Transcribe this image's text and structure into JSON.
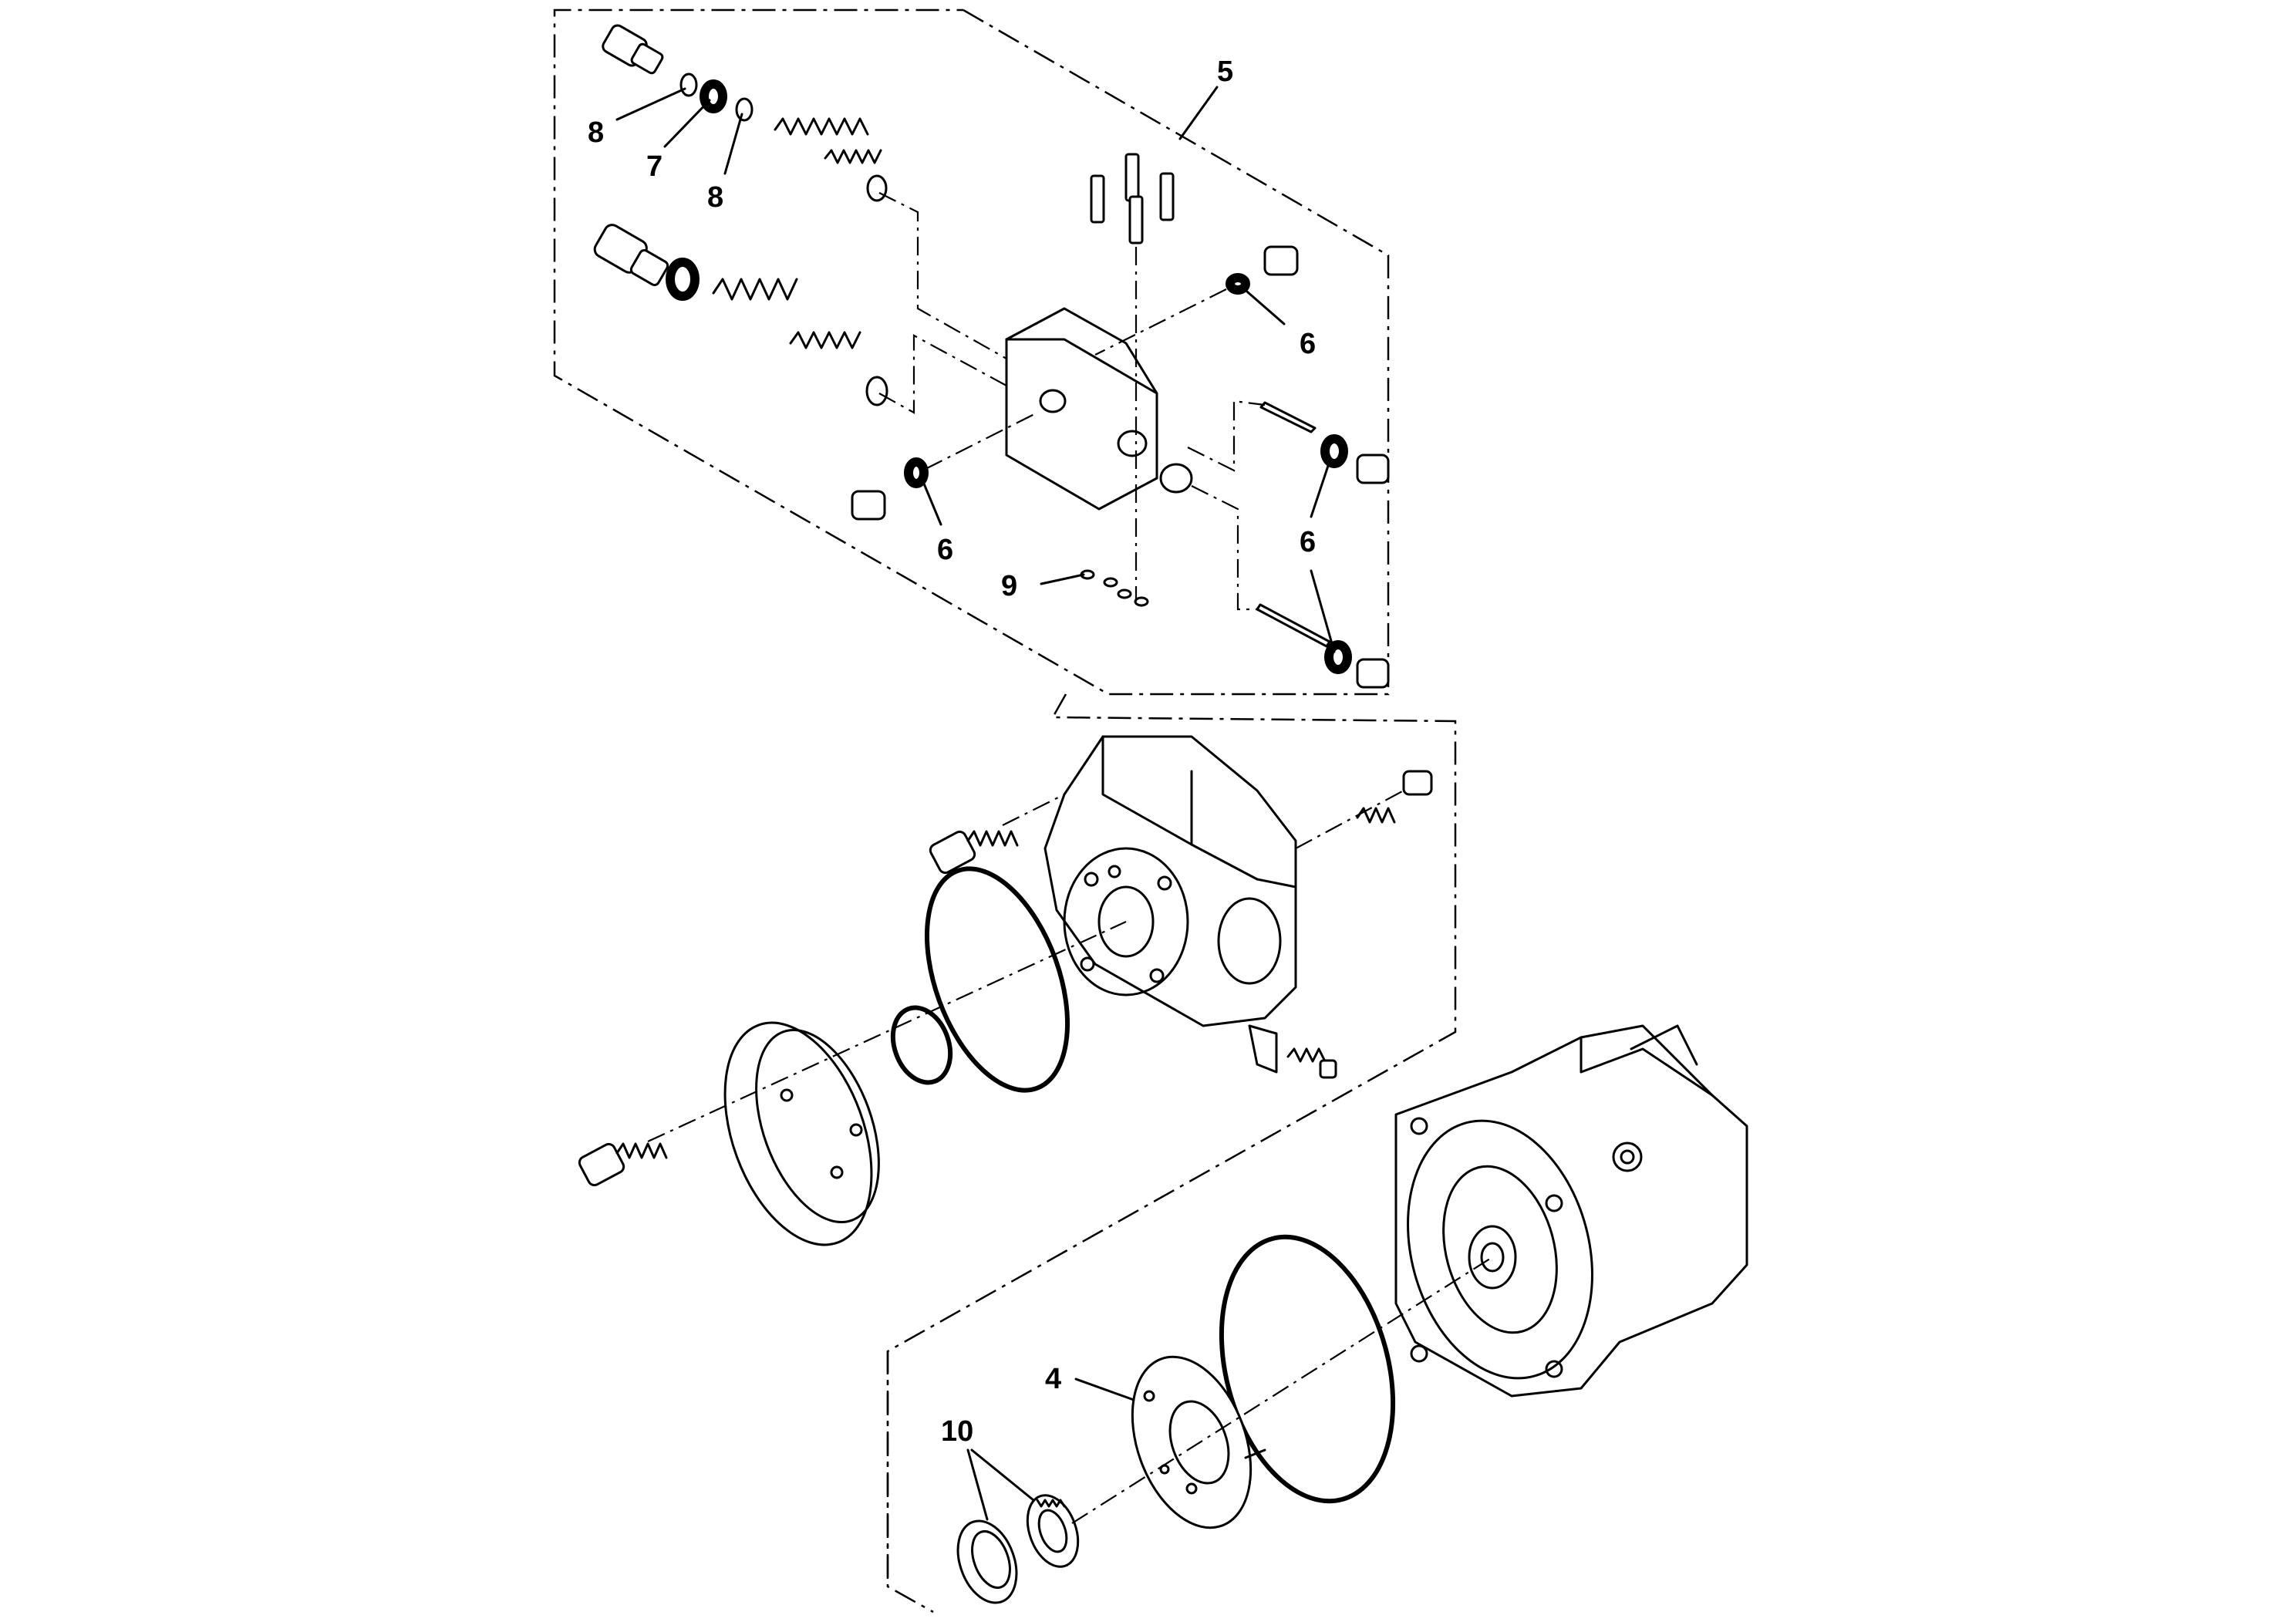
{
  "callouts": {
    "c5": "5",
    "c8a": "8",
    "c7": "7",
    "c8b": "8",
    "c6a": "6",
    "c6b": "6",
    "c6c": "6",
    "c9": "9",
    "c4": "4",
    "c10": "10"
  }
}
